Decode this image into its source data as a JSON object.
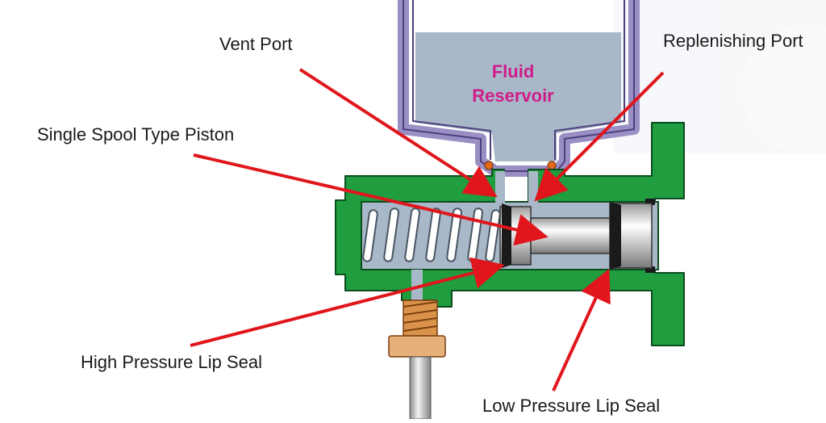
{
  "diagram": {
    "reservoir_label_line1": "Fluid",
    "reservoir_label_line2": "Reservoir",
    "labels": {
      "vent_port": "Vent Port",
      "replenishing_port": "Replenishing Port",
      "piston": "Single Spool  Type Piston",
      "high_pressure_seal": "High Pressure Lip Seal",
      "low_pressure_seal": "Low Pressure Lip Seal"
    }
  },
  "colors": {
    "body_green": "#1f9d3f",
    "fluid_blue": "#a8b8c8",
    "reservoir_purple": "#9a8fc4",
    "arrow_red": "#e0161c",
    "fitting_orange": "#d9924a",
    "label_magenta": "#d01c8b"
  }
}
